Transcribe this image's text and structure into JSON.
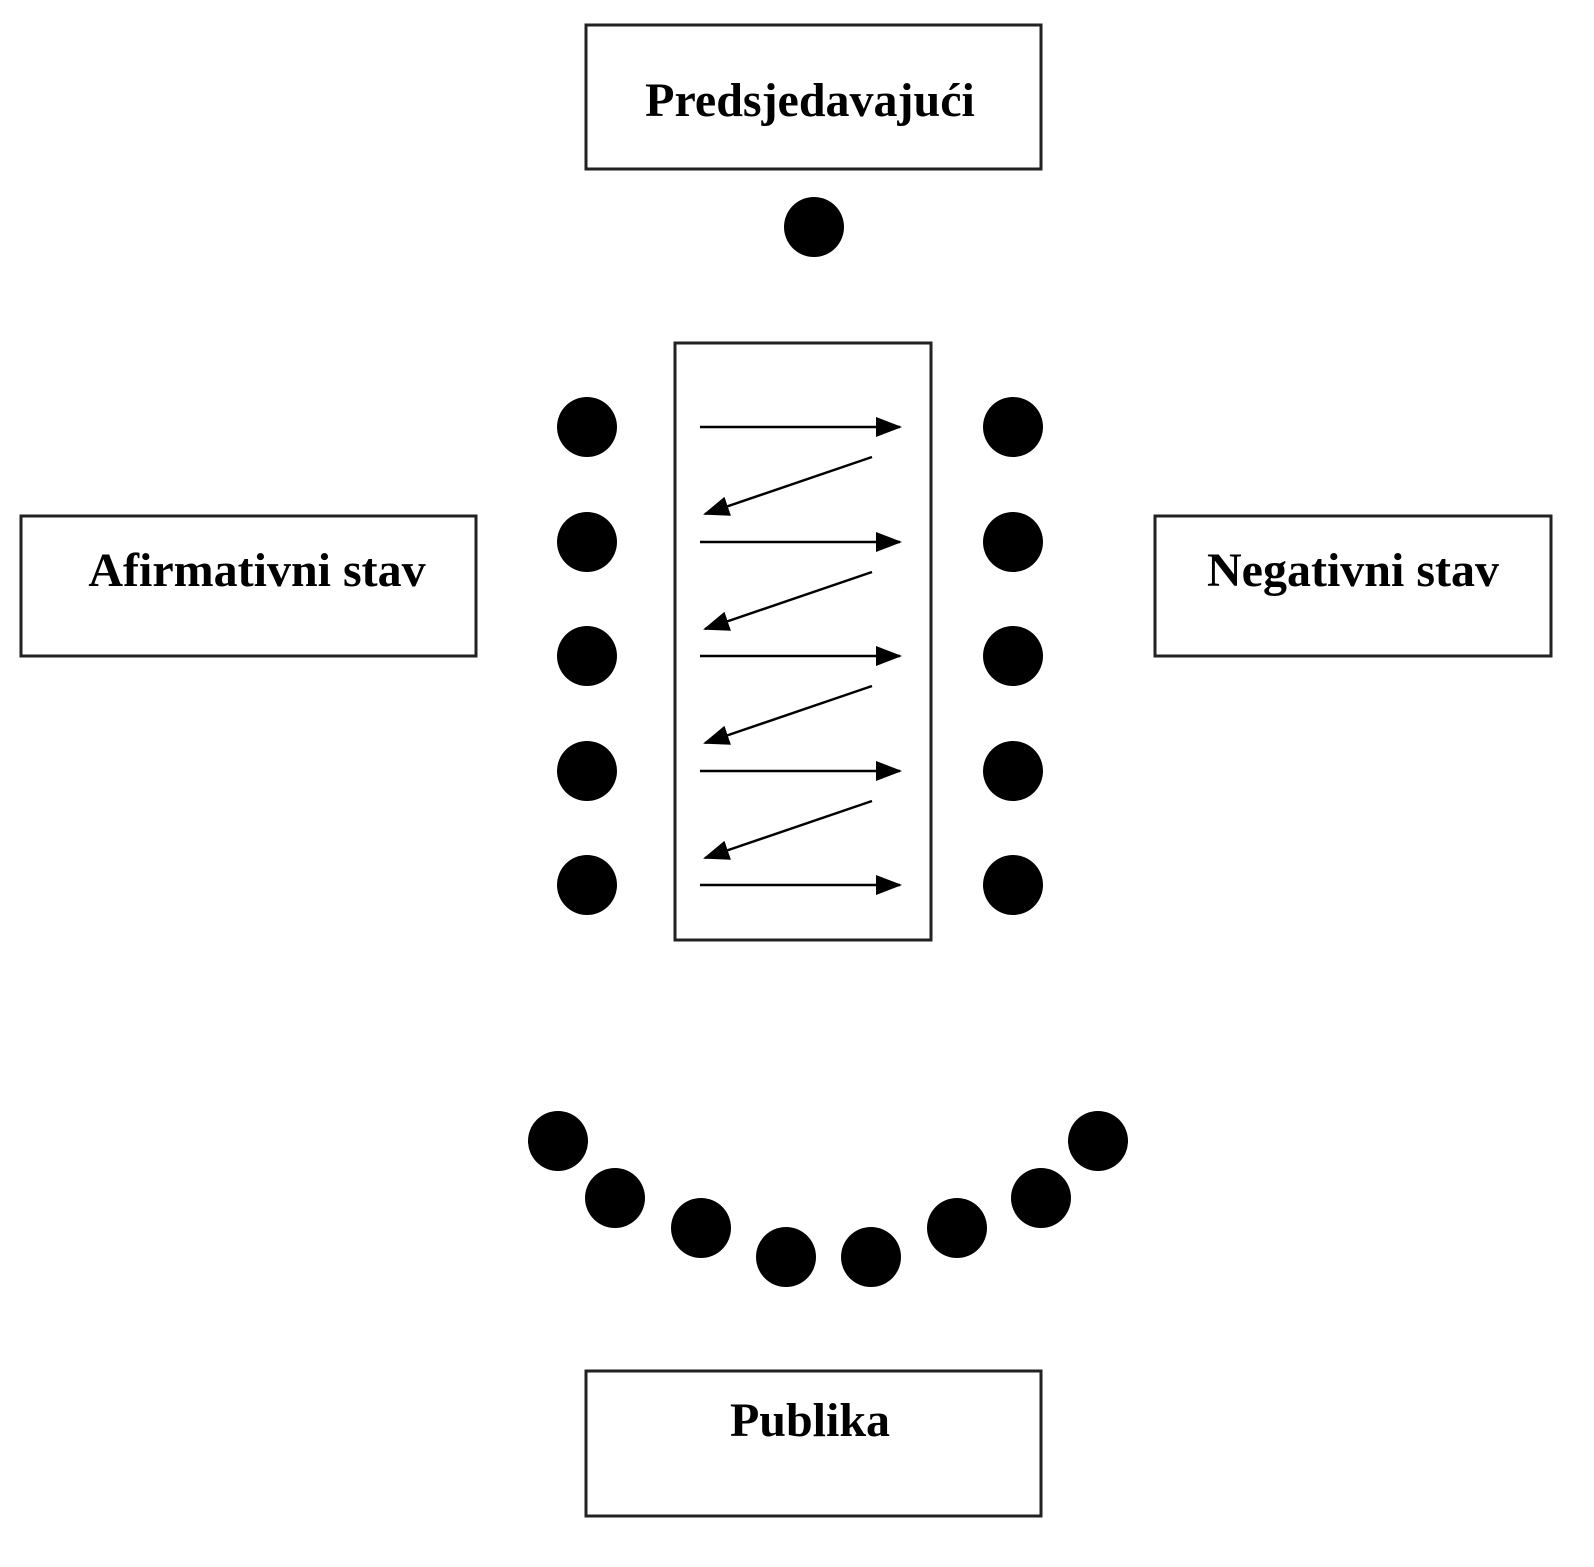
{
  "labels": {
    "chair": "Predsjedavajući",
    "affirmative": "Afirmativni stav",
    "negative": "Negativni stav",
    "audience": "Publika"
  },
  "colors": {
    "ink": "#000000",
    "background": "#ffffff"
  },
  "counts": {
    "affirmative_speakers": 5,
    "negative_speakers": 5,
    "audience_members": 8,
    "chair": 1
  }
}
